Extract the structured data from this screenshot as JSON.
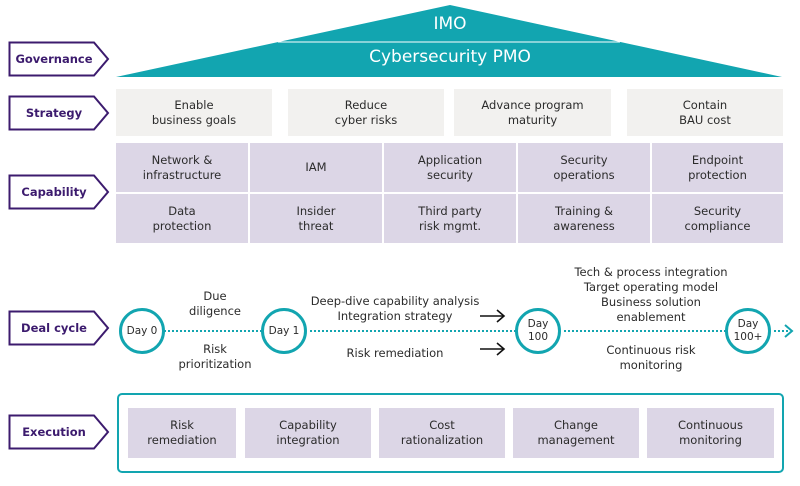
{
  "colors": {
    "teal": "#12a5b0",
    "purple": "#3c1b6e",
    "strategy_bg": "#f2f1ef",
    "capability_bg": "#dcd6e6"
  },
  "roof": {
    "top": "IMO",
    "bottom": "Cybersecurity PMO"
  },
  "rows": {
    "governance": "Governance",
    "strategy": "Strategy",
    "capability": "Capability",
    "deal_cycle": "Deal cycle",
    "execution": "Execution"
  },
  "strategy": [
    "Enable\nbusiness goals",
    "Reduce\ncyber risks",
    "Advance program\nmaturity",
    "Contain\nBAU cost"
  ],
  "capability": {
    "row1": [
      "Network &\ninfrastructure",
      "IAM",
      "Application\nsecurity",
      "Security\noperations",
      "Endpoint\nprotection"
    ],
    "row2": [
      "Data\nprotection",
      "Insider\nthreat",
      "Third party\nrisk mgmt.",
      "Training &\nawareness",
      "Security\ncompliance"
    ]
  },
  "deal_cycle": {
    "milestones": [
      "Day 0",
      "Day 1",
      "Day\n100",
      "Day\n100+"
    ],
    "phase1_top": "Due\ndiligence",
    "phase1_bottom": "Risk\nprioritization",
    "phase2_top": "Deep-dive capability analysis\nIntegration strategy",
    "phase2_bottom": "Risk remediation",
    "phase3_top": "Tech & process integration\nTarget operating model\nBusiness solution\nenablement",
    "phase3_bottom": "Continuous risk\nmonitoring"
  },
  "execution": [
    "Risk\nremediation",
    "Capability\nintegration",
    "Cost\nrationalization",
    "Change\nmanagement",
    "Continuous\nmonitoring"
  ]
}
